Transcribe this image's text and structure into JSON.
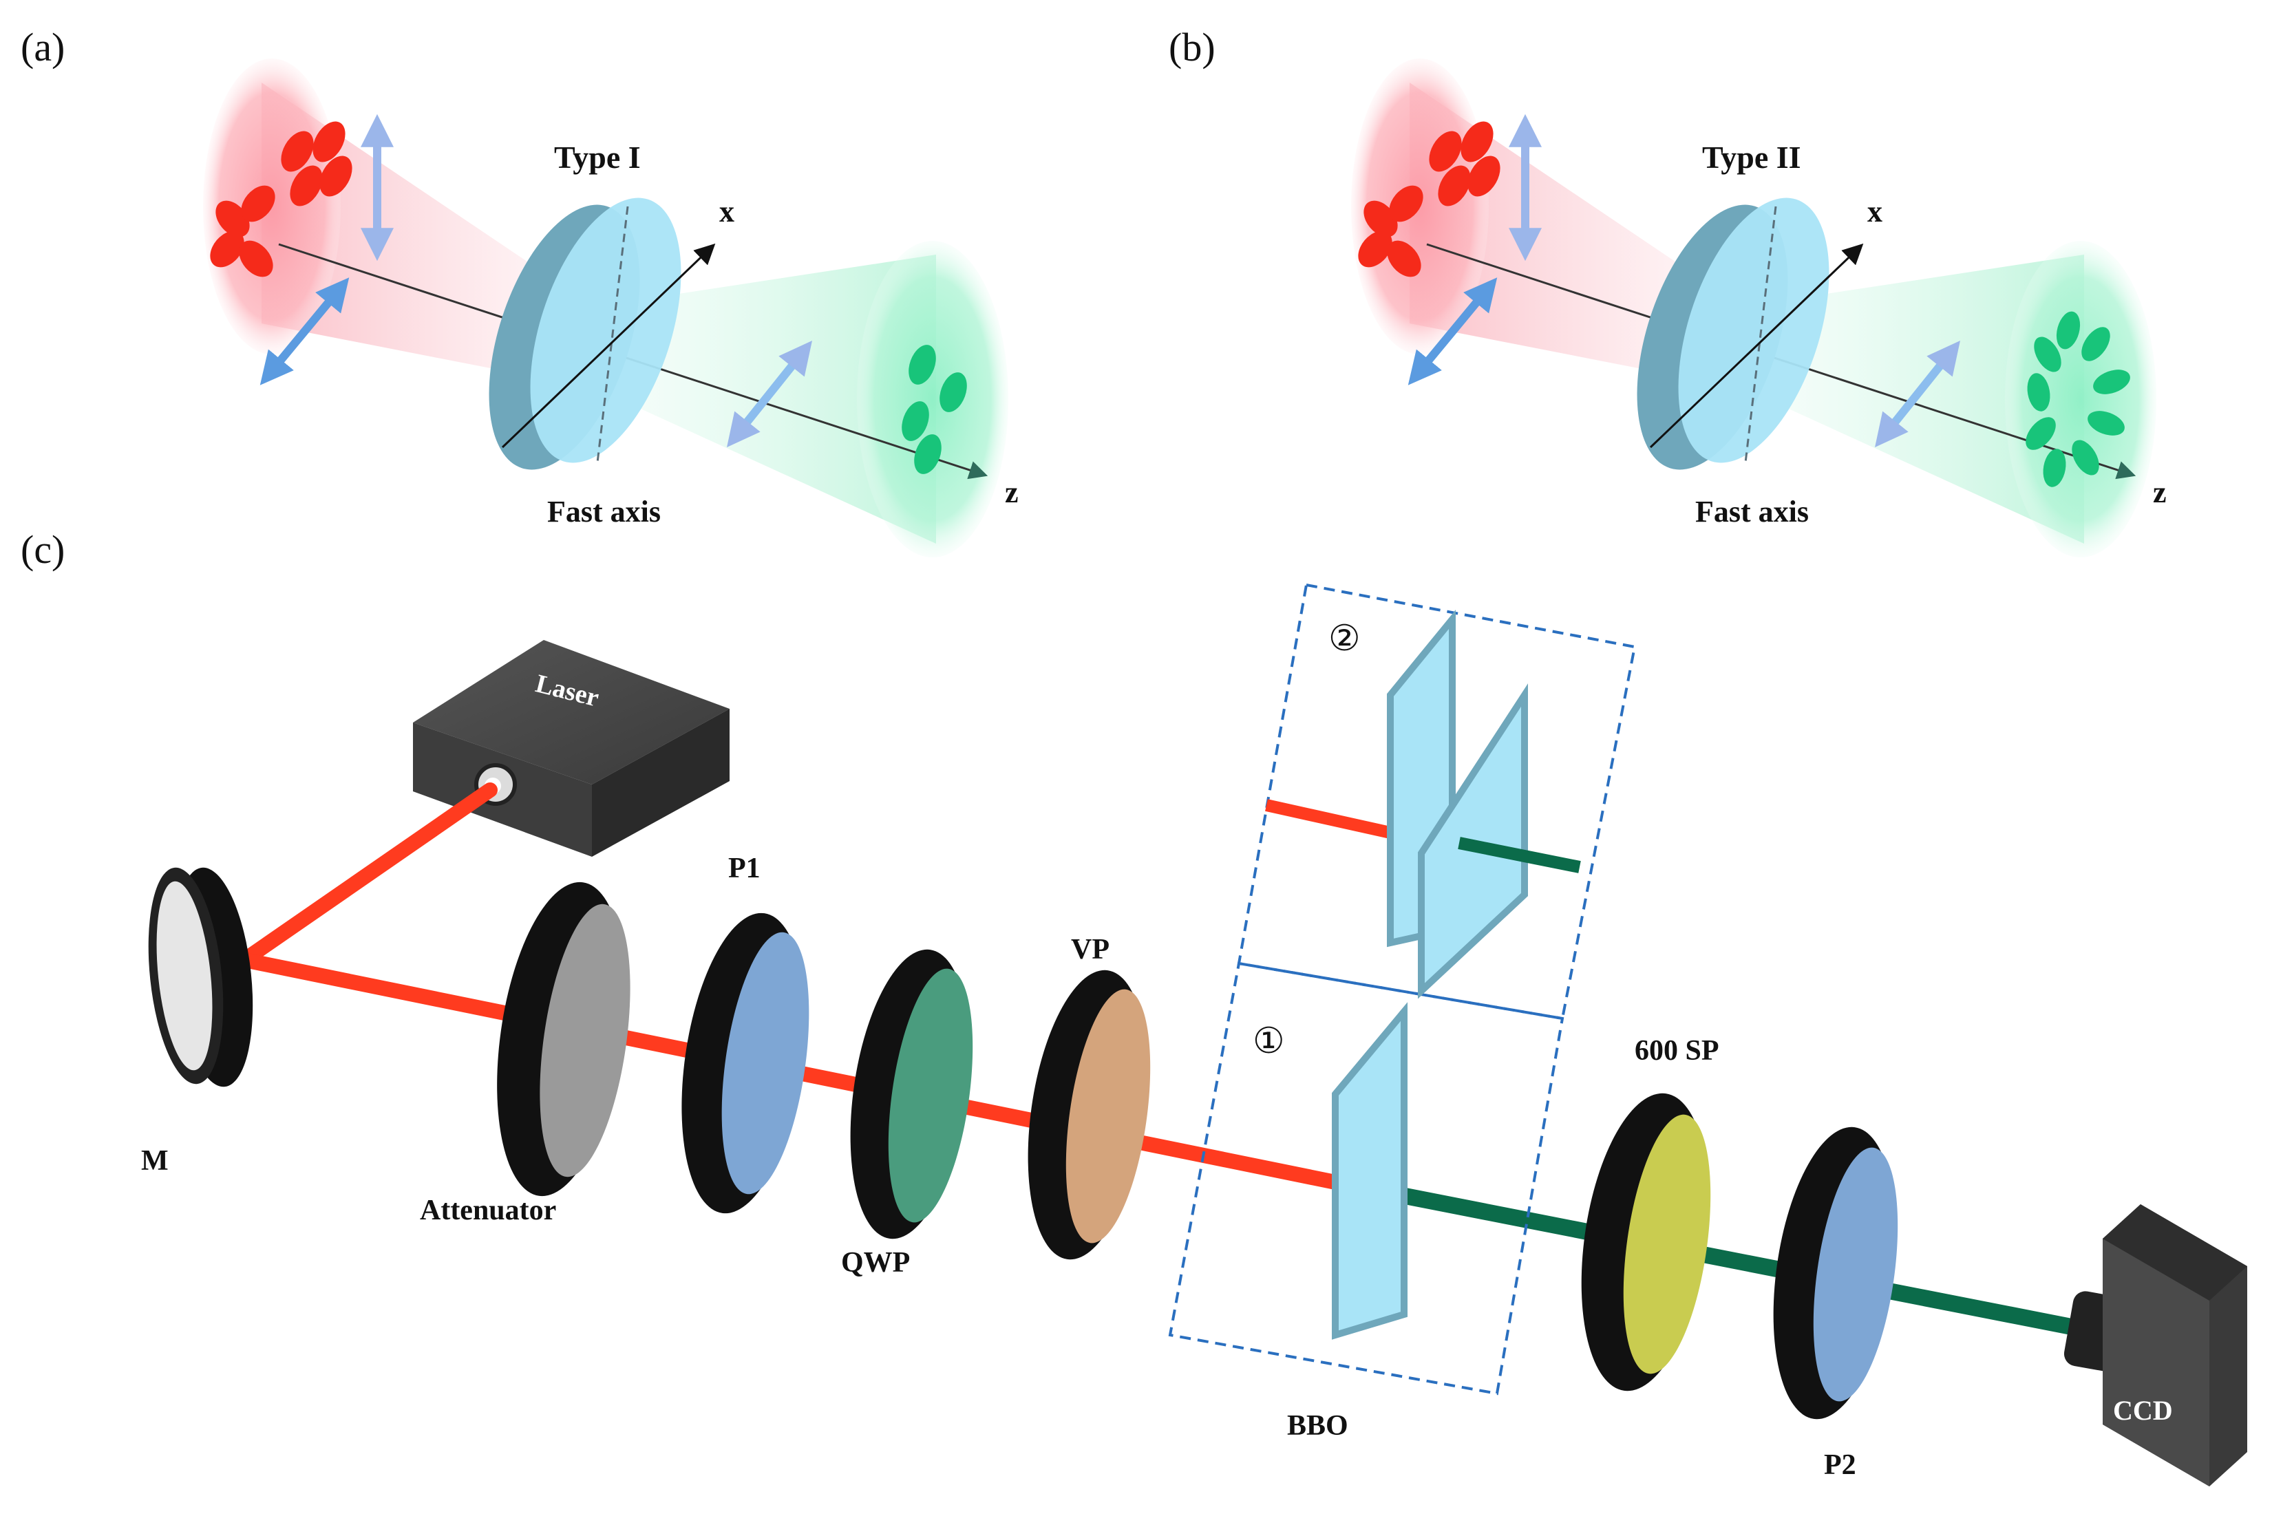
{
  "panels": {
    "a": {
      "label": "(a)",
      "type_label": "Type I",
      "fast_axis_label": "Fast axis",
      "x_label": "x",
      "z_label": "z"
    },
    "b": {
      "label": "(b)",
      "type_label": "Type II",
      "fast_axis_label": "Fast axis",
      "x_label": "x",
      "z_label": "z"
    },
    "c": {
      "label": "(c)",
      "laser_label": "Laser",
      "mirror_label": "M",
      "attenuator_label": "Attenuator",
      "p1_label": "P1",
      "qwp_label": "QWP",
      "vp_label": "VP",
      "bbo_label": "BBO",
      "option1_label": "①",
      "option2_label": "②",
      "sp_label": "600 SP",
      "p2_label": "P2",
      "ccd_label": "CCD"
    }
  },
  "colors": {
    "red_beam": "#ff3b1f",
    "green_beam": "#0b6b4a",
    "red_spot": "#f52a1a",
    "green_spot": "#18c47a",
    "crystal": "#a9e4f7",
    "crystal_edge": "#6fa7bb",
    "polarization_arrow": "#5b9be0",
    "dashed_box": "#2a6fbf",
    "mount": "#111111",
    "attenuator_glass": "#9a9a9a",
    "p1_glass": "#7ea6d4",
    "qwp_glass": "#4a9c7e",
    "vp_glass": "#d4a47c",
    "sp_glass": "#c9cc50",
    "p2_glass": "#7ea6d4",
    "mirror_glass": "#e6e6e6"
  }
}
